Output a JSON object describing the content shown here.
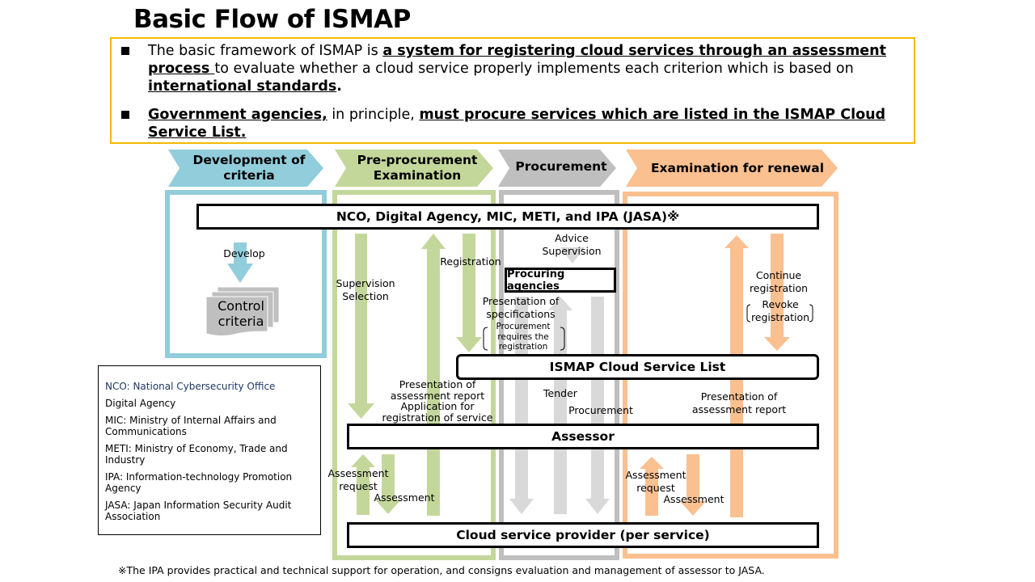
{
  "title": "Basic Flow of ISMAP",
  "summary": {
    "bullets": [
      {
        "parts": [
          {
            "text": "The basic framework of ISMAP is ",
            "bold": false
          },
          {
            "text": "a system for registering cloud services through an assessment process ",
            "bold": true
          },
          {
            "text": "to evaluate whether a cloud service properly implements each criterion which is based on ",
            "bold": false
          },
          {
            "text": "international standards",
            "bold": true
          },
          {
            "text": ".",
            "bold": false,
            "strong": true
          }
        ]
      },
      {
        "parts": [
          {
            "text": "Government agencies,",
            "bold": true
          },
          {
            "text": " in principle, ",
            "bold": false
          },
          {
            "text": "must procure services which are listed in the ISMAP Cloud Service List.",
            "bold": true
          }
        ]
      }
    ],
    "border_color": "#f5b800"
  },
  "phases": [
    {
      "label": "Development of criteria",
      "line1": "Development of",
      "line2": "criteria",
      "color": "#92cddc"
    },
    {
      "label": "Pre-procurement Examination",
      "line1": "Pre-procurement",
      "line2": "Examination",
      "color": "#c4d79b"
    },
    {
      "label": "Procurement",
      "line1": "Procurement",
      "line2": "",
      "color": "#bfbfbf"
    },
    {
      "label": "Examination for renewal",
      "line1": "Examination for renewal",
      "line2": "",
      "color": "#fac090"
    }
  ],
  "entities": {
    "authorities": "NCO, Digital Agency, MIC, METI, and IPA (JASA)※",
    "procuring_agencies": "Procuring agencies",
    "cloud_service_list": "ISMAP Cloud Service List",
    "assessor": "Assessor",
    "provider": "Cloud service provider (per service)"
  },
  "criteria_doc": {
    "develop_label": "Develop",
    "doc_line1": "Control",
    "doc_line2": "criteria"
  },
  "flow_labels": {
    "supervision_selection": [
      "Supervision",
      "Selection"
    ],
    "registration": "Registration",
    "advice_supervision": [
      "Advice",
      "Supervision"
    ],
    "presentation_specs": [
      "Presentation of",
      "specifications"
    ],
    "procurement_requires": [
      "Procurement",
      "requires the",
      "registration"
    ],
    "presentation_report_left": [
      "Presentation of",
      "assessment  report",
      "Application for",
      "registration  of service"
    ],
    "tender": "Tender",
    "procurement": "Procurement",
    "presentation_report_right": [
      "Presentation of",
      "assessment  report"
    ],
    "continue_registration": [
      "Continue",
      "registration"
    ],
    "revoke_registration": [
      "Revoke",
      "registration"
    ],
    "assessment_request_left": [
      "Assessment",
      "request"
    ],
    "assessment_left": "Assessment",
    "assessment_request_right": [
      "Assessment",
      "request"
    ],
    "assessment_right": "Assessment"
  },
  "legend": [
    "NCO: National Cybersecurity Office",
    "Digital Agency",
    "MIC: Ministry of Internal Affairs and Communications",
    "METI: Ministry of Economy, Trade and Industry",
    "IPA:  Information-technology Promotion Agency",
    "JASA: Japan Information Security Audit Association"
  ],
  "footnote": "※The IPA provides practical and technical support for operation, and consigns evaluation and management of assessor to JASA.",
  "colors": {
    "blue": "#92cddc",
    "green": "#c4d79b",
    "gray": "#bfbfbf",
    "light_gray": "#d9d9d9",
    "orange": "#fac090",
    "nco_text": "#1f3864"
  }
}
